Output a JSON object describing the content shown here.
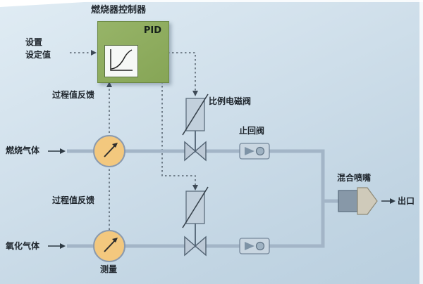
{
  "title": "燃烧器控制器",
  "controller": {
    "label": "PID"
  },
  "labels": {
    "setpoint_line1": "设置",
    "setpoint_line2": "设定值",
    "process_feedback_top": "过程值反馈",
    "process_feedback_bottom": "过程值反馈",
    "proportional_solenoid_valve": "比例电磁阀",
    "check_valve": "止回阀",
    "fuel_gas": "燃烧气体",
    "oxidizer_gas": "氧化气体",
    "measurement": "测量",
    "mixing_nozzle": "混合喷嘴",
    "outlet": "出口"
  },
  "icons": {
    "pid_trend_icon": "rising-curve-chart",
    "gauge_needle_icon": "needle-arrow-ne",
    "inlet_arrow_icon": "→",
    "outlet_arrow_icon": "→"
  },
  "colors": {
    "background": "#cfdfeb",
    "controller_fill": "#8ead60",
    "gauge_fill": "#f3c87e",
    "pipe": "#a3b5c7",
    "valve_fill": "#c9d6e1",
    "nozzle_body": "#8798a8",
    "nozzle_tip": "#cfcaba",
    "signal_line": "#3e4a56",
    "text": "#1f262d"
  }
}
